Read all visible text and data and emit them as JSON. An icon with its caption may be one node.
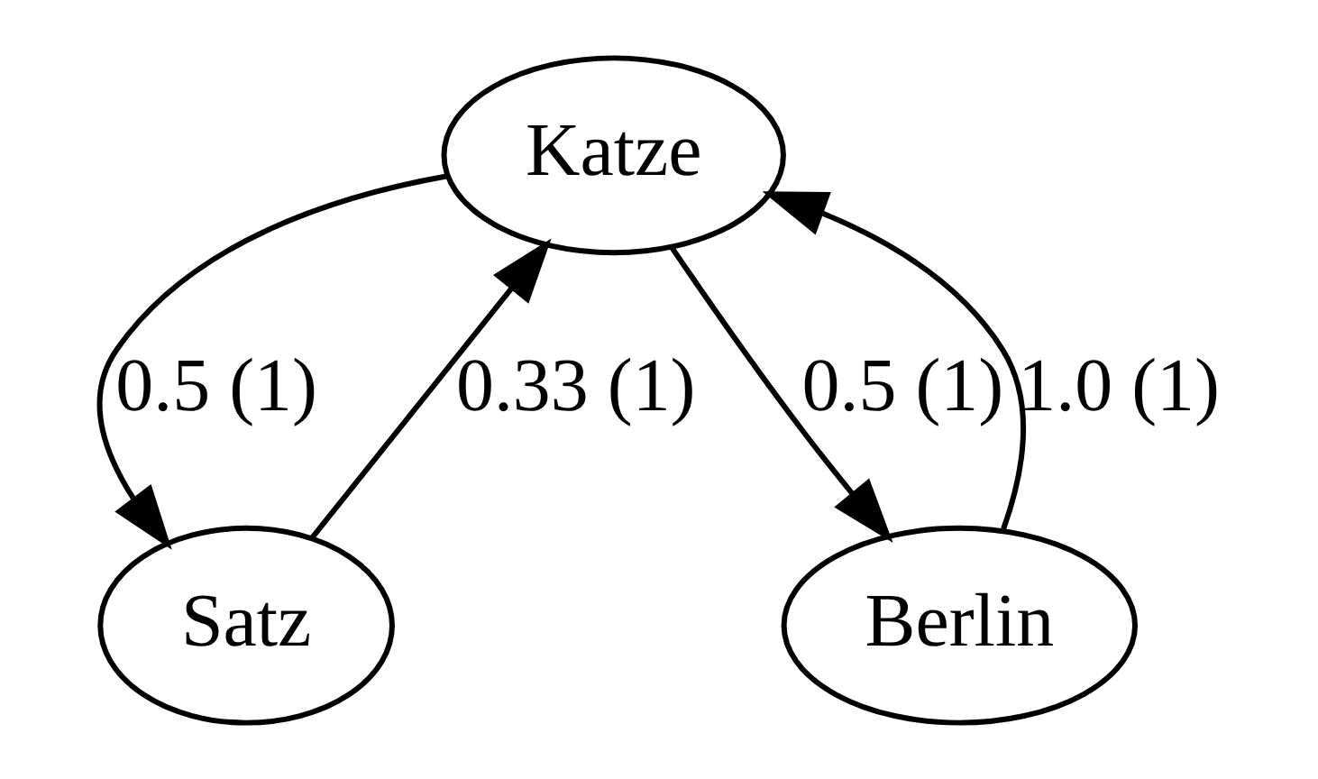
{
  "diagram": {
    "nodes": [
      {
        "text": [
          "Katze"
        ]
      },
      {
        "text": [
          "Satz"
        ]
      },
      {
        "text": [
          "Berlin"
        ]
      }
    ],
    "edges": [
      {
        "from": 0,
        "to": 1,
        "arrow": "to",
        "label": "0.5 (1)"
      },
      {
        "from": 1,
        "to": 0,
        "arrow": "to",
        "label": "0.33 (1)"
      },
      {
        "from": 0,
        "to": 2,
        "arrow": "to",
        "label": "0.5 (1)"
      },
      {
        "from": 2,
        "to": 0,
        "arrow": "to",
        "label": "1.0 (1)"
      }
    ]
  }
}
